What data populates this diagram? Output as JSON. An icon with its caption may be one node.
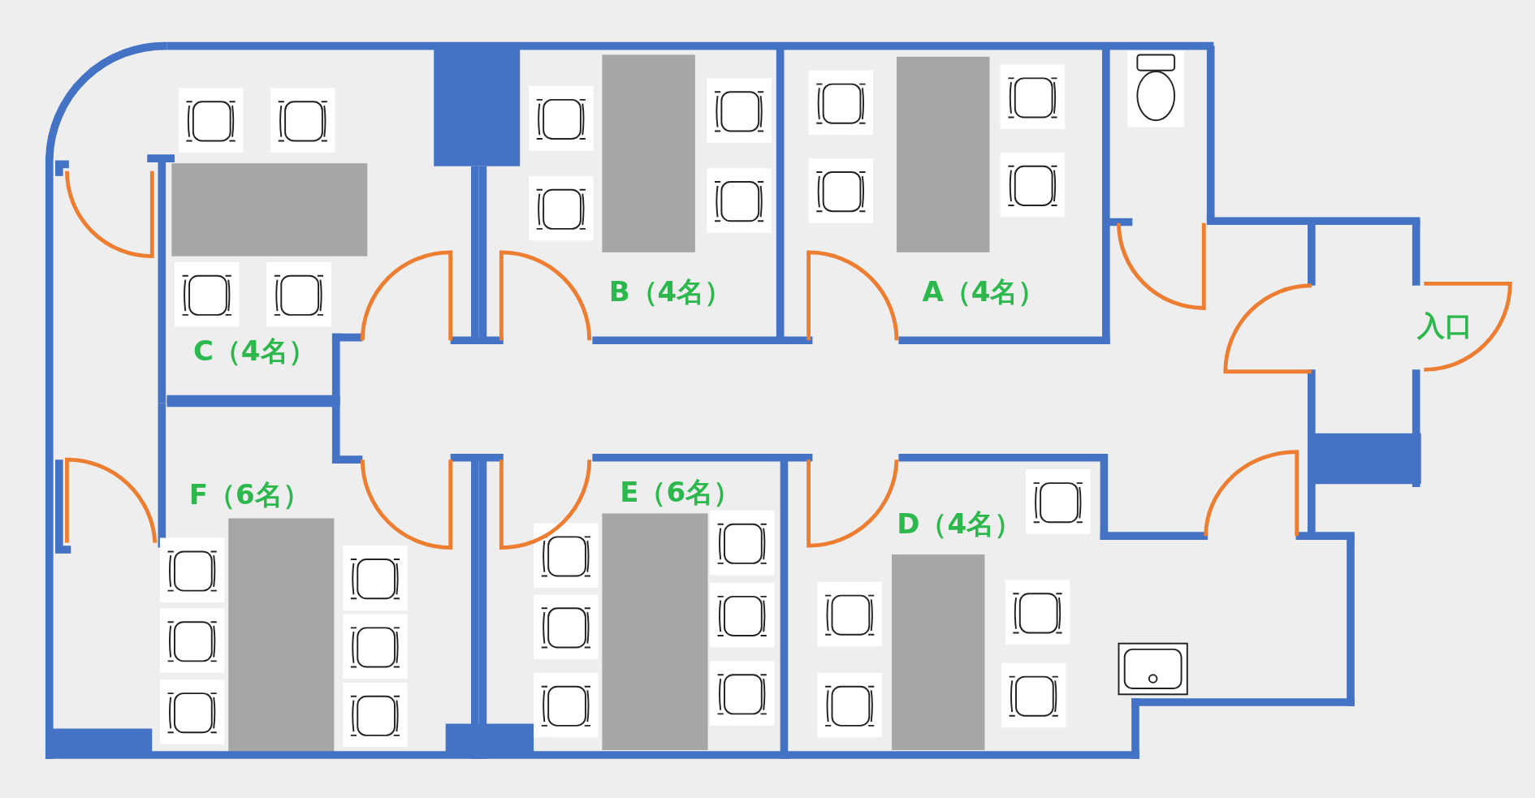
{
  "diagram": {
    "nodes": [
      {
        "text": [
          "C（4名）"
        ]
      },
      {
        "text": [
          "B（4名）"
        ]
      },
      {
        "text": [
          "A（4名）"
        ]
      },
      {
        "text": [
          "F（6名）"
        ]
      },
      {
        "text": [
          "E（6名）"
        ]
      },
      {
        "text": [
          "D（4名）"
        ]
      }
    ],
    "labels": [
      "入口"
    ]
  }
}
